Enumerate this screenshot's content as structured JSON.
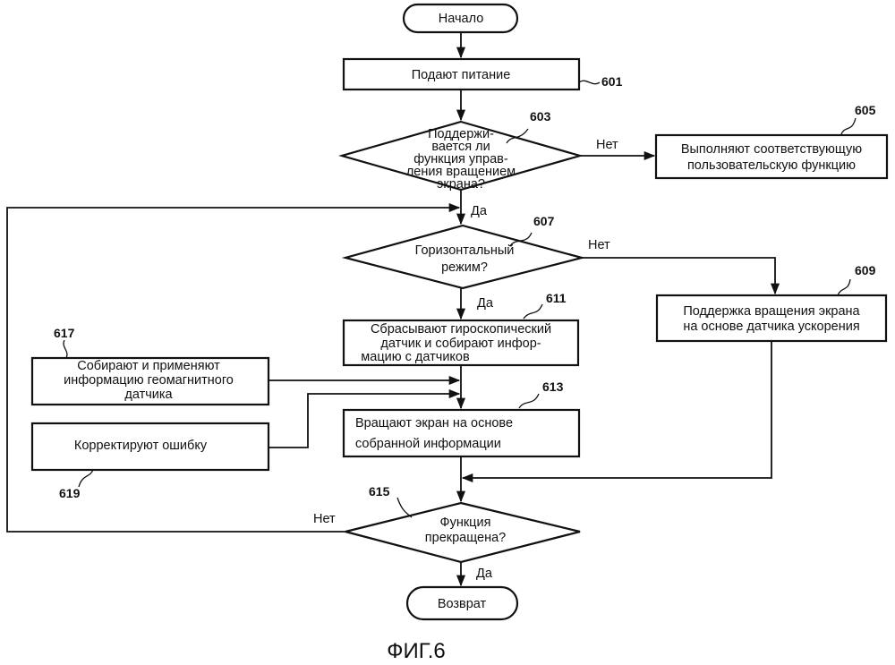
{
  "nodes": {
    "start": {
      "text": "Начало"
    },
    "n601": {
      "ref": "601",
      "lines": [
        "Подают питание"
      ]
    },
    "n603": {
      "ref": "603",
      "lines": [
        "Поддержи-",
        "вается ли",
        "функция управ-",
        "ления вращением",
        "экрана?"
      ]
    },
    "n605": {
      "ref": "605",
      "lines": [
        "Выполняют соответствующую",
        "пользовательскую функцию"
      ]
    },
    "n607": {
      "ref": "607",
      "lines": [
        "Горизонтальный",
        "режим?"
      ]
    },
    "n609": {
      "ref": "609",
      "lines": [
        "Поддержка вращения экрана",
        "на основе датчика ускорения"
      ]
    },
    "n611": {
      "ref": "611",
      "lines": [
        "Сбрасывают гироскопический",
        "датчик и собирают инфор-",
        "мацию с датчиков"
      ]
    },
    "n613": {
      "ref": "613",
      "lines": [
        "Вращают экран на основе",
        "собранной информации"
      ]
    },
    "n615": {
      "ref": "615",
      "lines": [
        "Функция",
        "прекращена?"
      ]
    },
    "n617": {
      "ref": "617",
      "lines": [
        "Собирают и применяют",
        "информацию геомагнитного",
        "датчика"
      ]
    },
    "n619": {
      "ref": "619",
      "lines": [
        "Корректируют ошибку"
      ]
    },
    "end": {
      "text": "Возврат"
    }
  },
  "edge_labels": {
    "yes_603": "Да",
    "no_603": "Нет",
    "yes_607": "Да",
    "no_607": "Нет",
    "yes_615": "Да",
    "no_615": "Нет"
  },
  "caption": "ФИГ.6"
}
